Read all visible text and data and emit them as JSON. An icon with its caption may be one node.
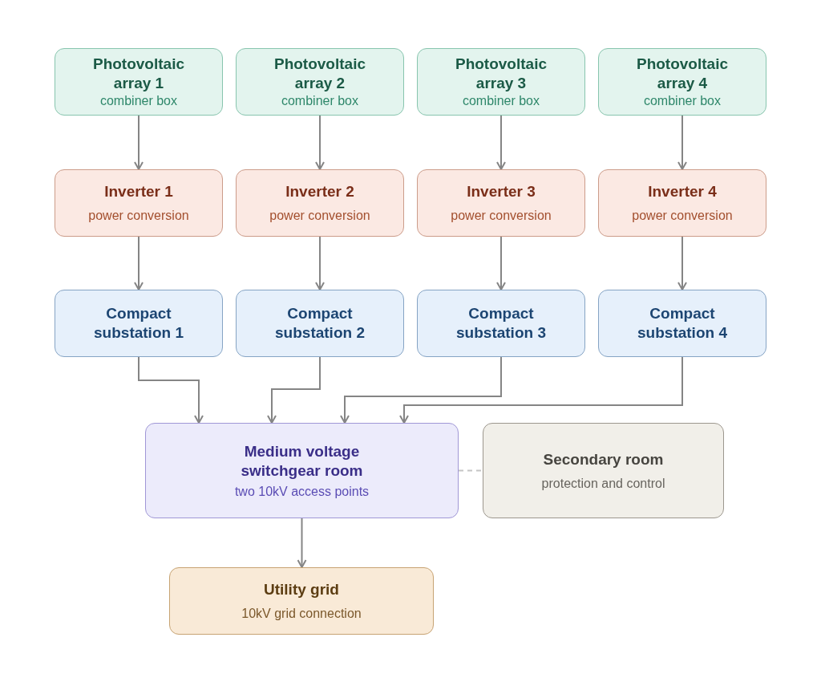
{
  "diagram": {
    "nodes": [
      {
        "text": [
          "Photovoltaic array 1",
          "combiner box"
        ]
      },
      {
        "text": [
          "Photovoltaic array 2",
          "combiner box"
        ]
      },
      {
        "text": [
          "Photovoltaic array 3",
          "combiner box"
        ]
      },
      {
        "text": [
          "Photovoltaic array 4",
          "combiner box"
        ]
      },
      {
        "text": [
          "Inverter 1",
          "power conversion"
        ]
      },
      {
        "text": [
          "Inverter 2",
          "power conversion"
        ]
      },
      {
        "text": [
          "Inverter 3",
          "power conversion"
        ]
      },
      {
        "text": [
          "Inverter 4",
          "power conversion"
        ]
      },
      {
        "text": [
          "Compact substation 1"
        ]
      },
      {
        "text": [
          "Compact substation 2"
        ]
      },
      {
        "text": [
          "Compact substation 3"
        ]
      },
      {
        "text": [
          "Compact substation 4"
        ]
      },
      {
        "text": [
          "Medium voltage switchgear room",
          "two 10kV access points"
        ]
      },
      {
        "text": [
          "Secondary room",
          "protection and control"
        ]
      },
      {
        "text": [
          "Utility grid",
          "10kV grid connection"
        ]
      }
    ],
    "edges": [
      {
        "from": 0,
        "to": 4,
        "arrow": "to"
      },
      {
        "from": 1,
        "to": 5,
        "arrow": "to"
      },
      {
        "from": 2,
        "to": 6,
        "arrow": "to"
      },
      {
        "from": 3,
        "to": 7,
        "arrow": "to"
      },
      {
        "from": 4,
        "to": 8,
        "arrow": "to"
      },
      {
        "from": 5,
        "to": 9,
        "arrow": "to"
      },
      {
        "from": 6,
        "to": 10,
        "arrow": "to"
      },
      {
        "from": 7,
        "to": 11,
        "arrow": "to"
      },
      {
        "from": 8,
        "to": 12,
        "arrow": "to"
      },
      {
        "from": 9,
        "to": 12,
        "arrow": "to"
      },
      {
        "from": 10,
        "to": 12,
        "arrow": "to"
      },
      {
        "from": 11,
        "to": 12,
        "arrow": "to"
      },
      {
        "from": 12,
        "to": 13,
        "arrow": "none",
        "style": "dashed",
        "color": "#c4c4c4"
      },
      {
        "from": 12,
        "to": 14,
        "arrow": "to"
      }
    ]
  }
}
